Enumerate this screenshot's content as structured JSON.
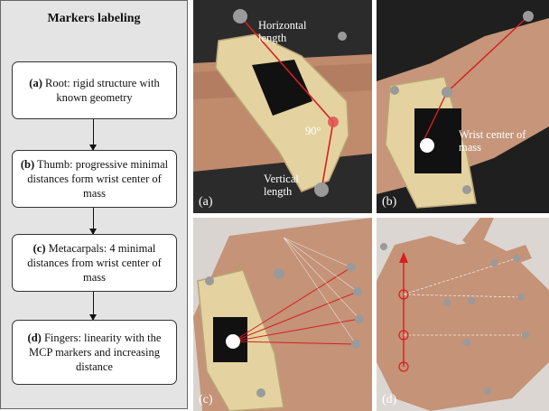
{
  "flow": {
    "title": "Markers labeling",
    "steps": [
      {
        "id": "(a)",
        "text": " Root: rigid structure with known geometry"
      },
      {
        "id": "(b)",
        "text": " Thumb: progressive minimal distances form wrist center of mass"
      },
      {
        "id": "(c)",
        "text": " Metacarpals: 4 minimal distances from wrist center of mass"
      },
      {
        "id": "(d)",
        "text": " Fingers: linearity with the MCP markers and increasing distance"
      }
    ]
  },
  "photos": {
    "a": {
      "label": "(a)",
      "horizontal": "Horizontal length",
      "vertical": "Vertical length",
      "angle": "90°"
    },
    "b": {
      "label": "(b)",
      "wrist": "Wrist center of mass"
    },
    "c": {
      "label": "(c)"
    },
    "d": {
      "label": "(d)"
    }
  },
  "colors": {
    "panel_bg": "#e4e4e4",
    "annotation_line": "#d42020",
    "dark_photo_bg": "#2a2a2a",
    "skin": "#c49378",
    "splint": "#e4d3a0"
  }
}
